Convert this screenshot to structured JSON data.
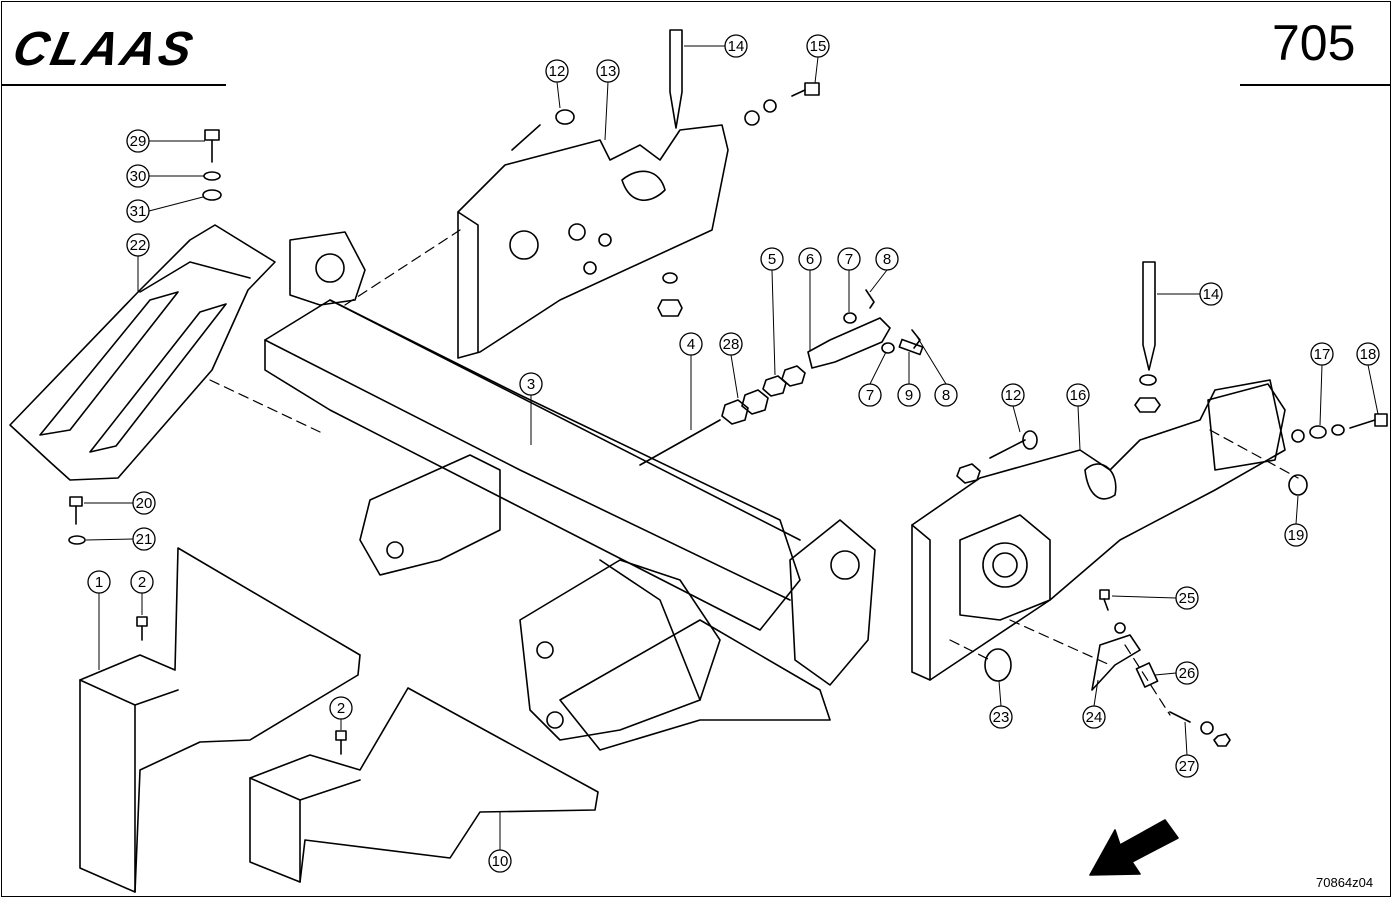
{
  "header": {
    "brand": "CLAAS",
    "page_number": "705"
  },
  "footer": {
    "drawing_code": "70864z04"
  },
  "callouts": [
    "1",
    "2",
    "2",
    "3",
    "4",
    "5",
    "6",
    "7",
    "7",
    "8",
    "8",
    "9",
    "10",
    "12",
    "12",
    "13",
    "14",
    "14",
    "15",
    "16",
    "17",
    "18",
    "19",
    "20",
    "21",
    "22",
    "23",
    "24",
    "25",
    "26",
    "27",
    "28",
    "29",
    "30",
    "31"
  ]
}
